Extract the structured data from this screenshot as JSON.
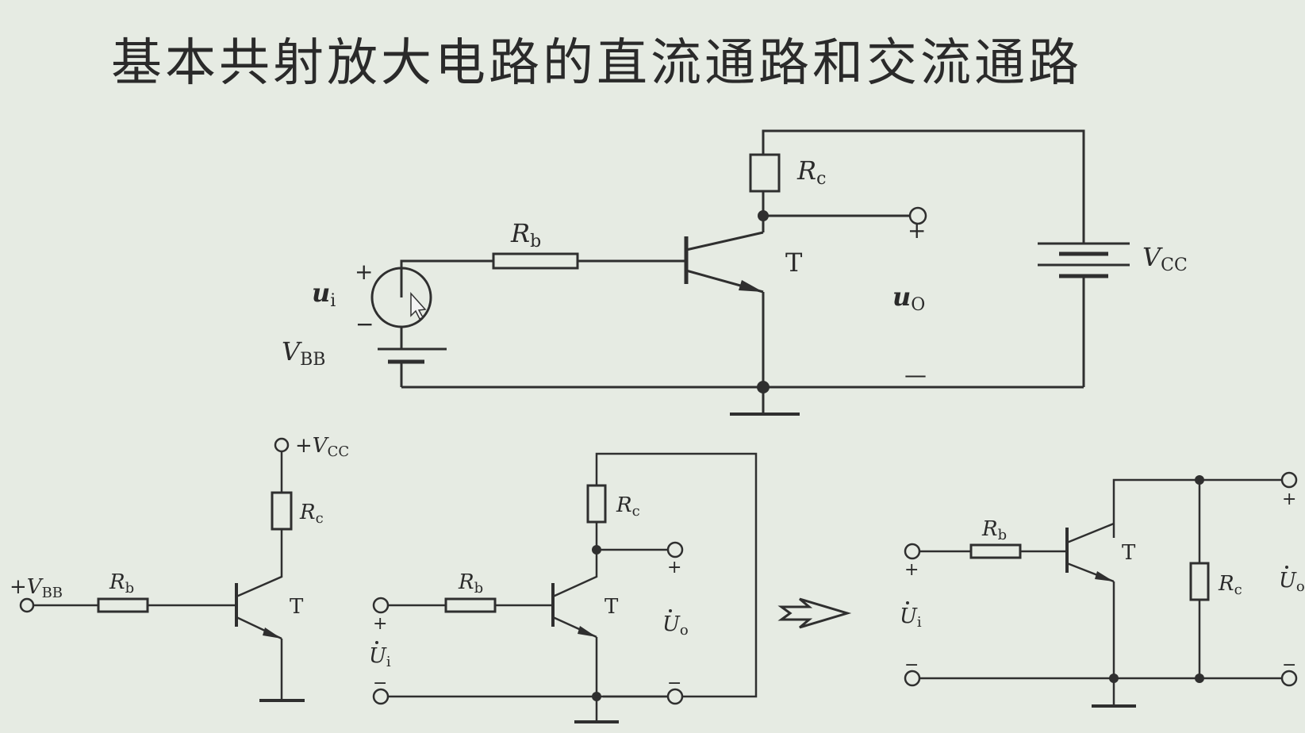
{
  "title": "基本共射放大电路的直流通路和交流通路",
  "circuit_main": {
    "rc": "R",
    "rc_sub": "c",
    "rb": "R",
    "rb_sub": "b",
    "t": "T",
    "vcc": "V",
    "vcc_sub": "CC",
    "ui": "u",
    "ui_sub": "i",
    "vbb": "V",
    "vbb_sub": "BB",
    "uo": "u",
    "uo_sub": "O",
    "plus_in": "+",
    "minus_in": "−",
    "plus_out": "+",
    "minus_out": "—"
  },
  "circuit_dc": {
    "vcc": "+V",
    "vcc_sub": "CC",
    "vbb": "+V",
    "vbb_sub": "BB",
    "rc": "R",
    "rc_sub": "c",
    "rb": "R",
    "rb_sub": "b",
    "t": "T"
  },
  "circuit_ac": {
    "rc": "R",
    "rc_sub": "c",
    "rb": "R",
    "rb_sub": "b",
    "t": "T",
    "ui": "U",
    "ui_sub": "i",
    "uo": "U",
    "uo_sub": "o",
    "plus": "+",
    "minus": "−"
  },
  "circuit_ac_eq": {
    "rb": "R",
    "rb_sub": "b",
    "t": "T",
    "rc": "R",
    "rc_sub": "c",
    "ui": "U",
    "ui_sub": "i",
    "uo": "U",
    "uo_sub": "o",
    "plus": "+",
    "minus": "−"
  },
  "arrow": "⟹"
}
